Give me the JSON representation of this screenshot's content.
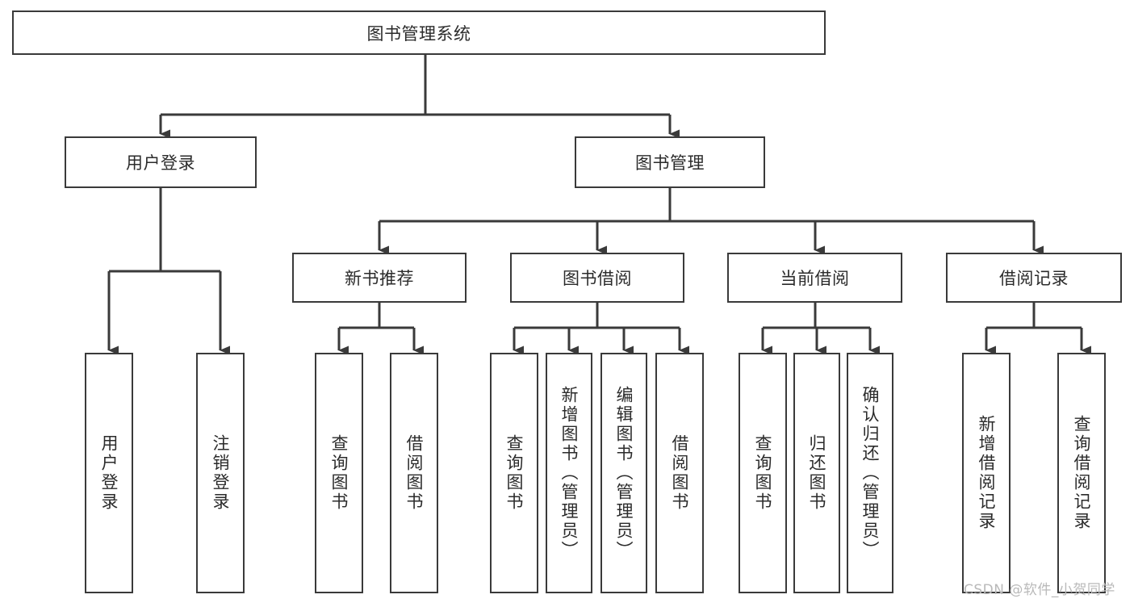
{
  "diagram": {
    "type": "tree",
    "title": "图书管理系统",
    "levels": {
      "root": {
        "label": "图书管理系统"
      },
      "level2": [
        {
          "id": "user-login",
          "label": "用户登录"
        },
        {
          "id": "book-manage",
          "label": "图书管理"
        }
      ],
      "level3": [
        {
          "id": "new-book-recommend",
          "label": "新书推荐"
        },
        {
          "id": "book-borrow",
          "label": "图书借阅"
        },
        {
          "id": "current-borrow",
          "label": "当前借阅"
        },
        {
          "id": "borrow-record",
          "label": "借阅记录"
        }
      ],
      "leaves": [
        {
          "id": "leaf-user-login",
          "label": "用户登录",
          "parent": "user-login"
        },
        {
          "id": "leaf-logout-login",
          "label": "注销登录",
          "parent": "user-login"
        },
        {
          "id": "leaf-query-book-1",
          "label": "查询图书",
          "parent": "new-book-recommend"
        },
        {
          "id": "leaf-borrow-book-1",
          "label": "借阅图书",
          "parent": "new-book-recommend"
        },
        {
          "id": "leaf-query-book-2",
          "label": "查询图书",
          "parent": "book-borrow"
        },
        {
          "id": "leaf-add-book-admin",
          "label": "新增图书（管理员）",
          "parent": "book-borrow"
        },
        {
          "id": "leaf-edit-book-admin",
          "label": "编辑图书（管理员）",
          "parent": "book-borrow"
        },
        {
          "id": "leaf-borrow-book-2",
          "label": "借阅图书",
          "parent": "book-borrow"
        },
        {
          "id": "leaf-query-book-3",
          "label": "查询图书",
          "parent": "current-borrow"
        },
        {
          "id": "leaf-return-book",
          "label": "归还图书",
          "parent": "current-borrow"
        },
        {
          "id": "leaf-confirm-return-admin",
          "label": "确认归还（管理员）",
          "parent": "current-borrow"
        },
        {
          "id": "leaf-add-borrow-record",
          "label": "新增借阅记录",
          "parent": "borrow-record"
        },
        {
          "id": "leaf-query-borrow-record",
          "label": "查询借阅记录",
          "parent": "borrow-record"
        }
      ]
    },
    "colors": {
      "stroke": "#3a3a3a",
      "fill": "#ffffff",
      "text": "#2b2b2b",
      "watermark": "#b9b9b9"
    }
  },
  "watermark": {
    "text": "CSDN @软件_小贺同学"
  }
}
